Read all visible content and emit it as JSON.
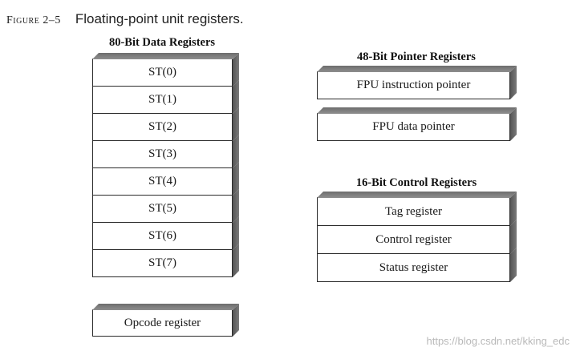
{
  "figure": {
    "label": "Figure 2–5",
    "title": "Floating-point unit registers."
  },
  "data_registers": {
    "heading": "80-Bit Data Registers",
    "items": [
      "ST(0)",
      "ST(1)",
      "ST(2)",
      "ST(3)",
      "ST(4)",
      "ST(5)",
      "ST(6)",
      "ST(7)"
    ]
  },
  "pointer_registers": {
    "heading": "48-Bit Pointer Registers",
    "items": [
      "FPU instruction pointer",
      "FPU data pointer"
    ]
  },
  "control_registers": {
    "heading": "16-Bit Control Registers",
    "items": [
      "Tag register",
      "Control register",
      "Status register"
    ]
  },
  "opcode_register": {
    "label": "Opcode register"
  },
  "watermark": "https://blog.csdn.net/kking_edc"
}
